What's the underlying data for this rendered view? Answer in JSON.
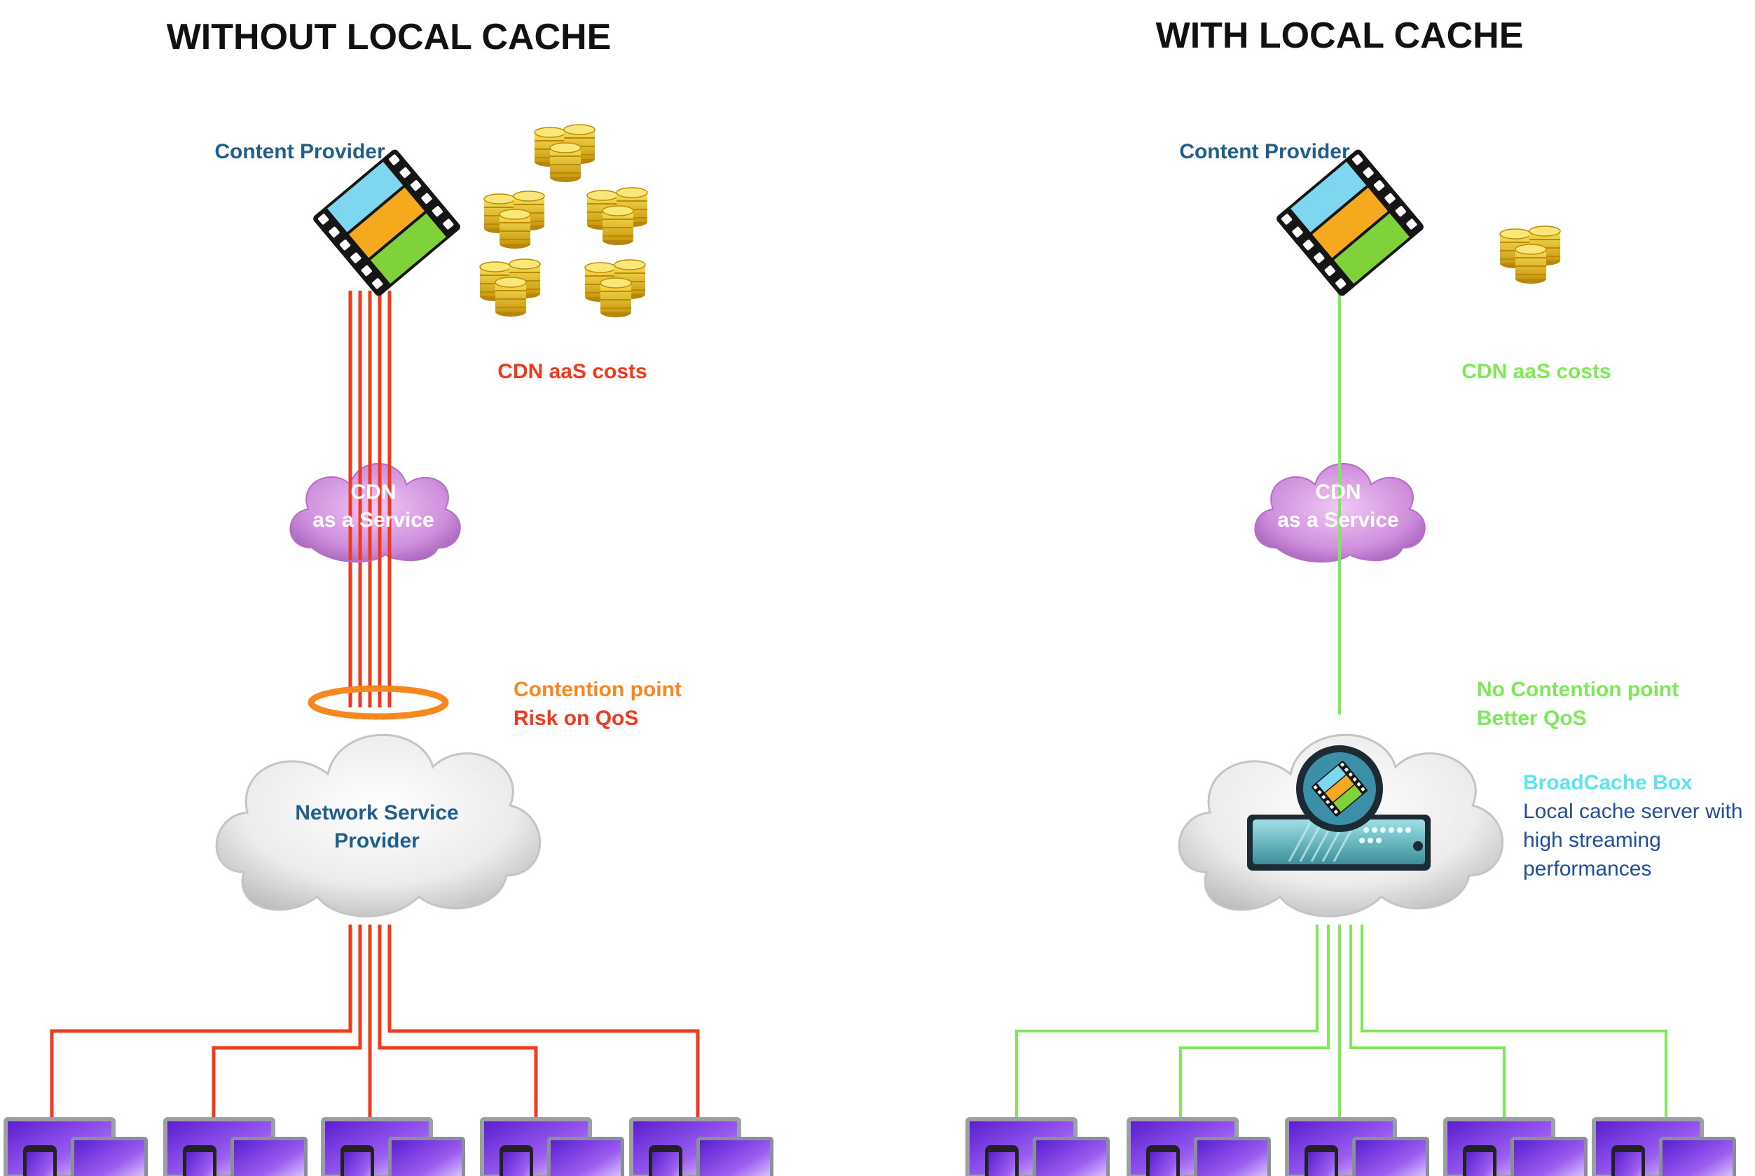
{
  "left": {
    "title": "WITHOUT LOCAL CACHE",
    "content_provider": "Content Provider",
    "cdn_costs": "CDN aaS costs",
    "cdn_line1": "CDN",
    "cdn_line2": "as a Service",
    "contention_line1": "Contention point",
    "contention_line2": "Risk on QoS",
    "nsp_line1": "Network Service",
    "nsp_line2": "Provider",
    "coin_stacks": 5,
    "device_groups": 5
  },
  "right": {
    "title": "WITH LOCAL CACHE",
    "content_provider": "Content Provider",
    "cdn_costs": "CDN aaS costs",
    "cdn_line1": "CDN",
    "cdn_line2": "as a Service",
    "contention_line1": "No Contention point",
    "contention_line2": "Better QoS",
    "box_title": "BroadCache Box",
    "box_desc1": "Local cache server with",
    "box_desc2": "high streaming",
    "box_desc3": "performances",
    "coin_stacks": 1,
    "device_groups": 5
  },
  "colors": {
    "red_line": "#ee3a1f",
    "green_line": "#7ee85a",
    "orange_ring": "#f7871f",
    "cdn_cloud": "#c98ad8",
    "nsp_cloud": "#e2e2e2",
    "coin": "#e8c420",
    "device_screen": "#8a4fe0"
  }
}
